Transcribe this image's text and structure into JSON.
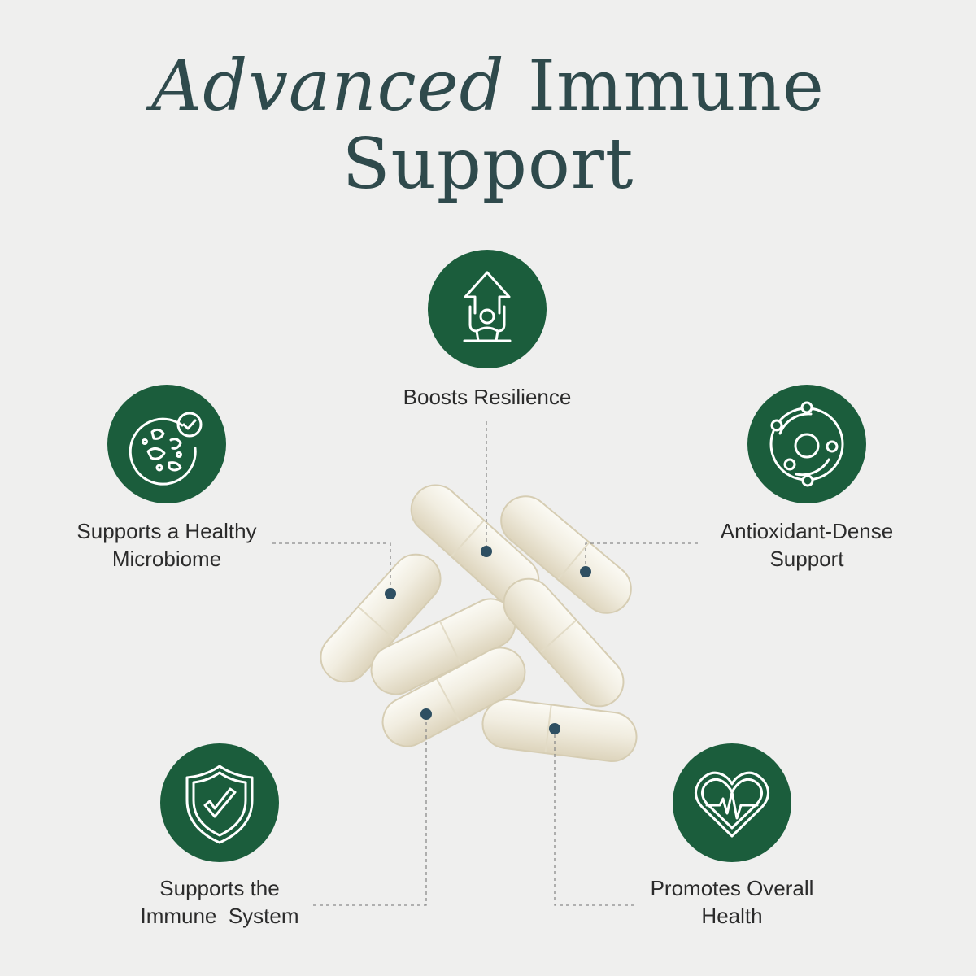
{
  "title": {
    "italic": "Advanced",
    "rest_line1": "Immune",
    "line2": "Support"
  },
  "colors": {
    "title": "#2f4a4c",
    "badge": "#1b5d3c",
    "dot": "#2e4f62",
    "background": "#efefee"
  },
  "features": [
    {
      "icon": "person-arrow-up-icon",
      "line1": "Boosts Resilience",
      "line2": ""
    },
    {
      "icon": "microbiome-check-icon",
      "line1": "Supports a Healthy",
      "line2": "Microbiome"
    },
    {
      "icon": "molecule-orbit-icon",
      "line1": "Antioxidant-Dense",
      "line2": "Support"
    },
    {
      "icon": "shield-check-icon",
      "line1": "Supports the",
      "line2": "Immune  System"
    },
    {
      "icon": "heart-pulse-icon",
      "line1": "Promotes Overall",
      "line2": "Health"
    }
  ]
}
